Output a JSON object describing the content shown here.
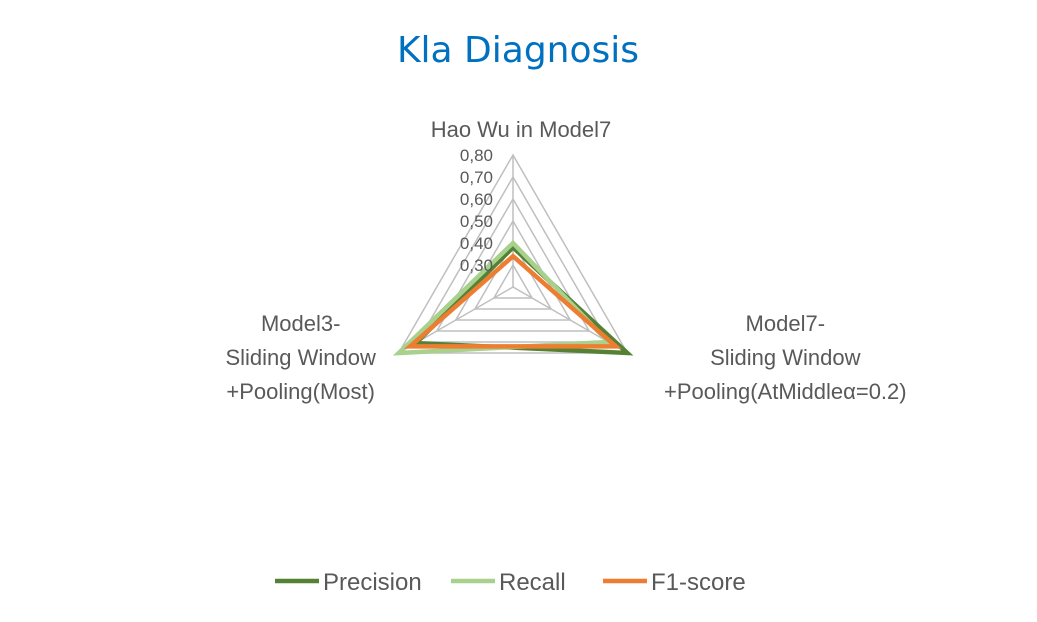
{
  "chart_data": {
    "type": "radar",
    "title": "Kla Diagnosis",
    "axes": [
      {
        "lines": [
          "Hao Wu in Model7"
        ]
      },
      {
        "lines": [
          "Model7-",
          "Sliding Window",
          "+Pooling(AtMiddleα=0.2)"
        ]
      },
      {
        "lines": [
          "Model3-",
          "Sliding Window",
          "+Pooling(Most)"
        ]
      }
    ],
    "rlim": [
      0.2,
      0.8
    ],
    "ticks": [
      0.3,
      0.4,
      0.5,
      0.6,
      0.7,
      0.8
    ],
    "tick_labels": [
      "0,30",
      "0,40",
      "0,50",
      "0,60",
      "0,70",
      "0,80"
    ],
    "legend_position": "bottom",
    "series": [
      {
        "name": "Precision",
        "color": "#548235",
        "values": [
          0.38,
          0.8,
          0.71
        ]
      },
      {
        "name": "Recall",
        "color": "#a9d18e",
        "values": [
          0.4,
          0.7,
          0.8
        ]
      },
      {
        "name": "F1-score",
        "color": "#ed7d31",
        "values": [
          0.34,
          0.74,
          0.74
        ]
      }
    ],
    "grid_color": "#bfbfbf",
    "title_color": "#0070c0"
  }
}
